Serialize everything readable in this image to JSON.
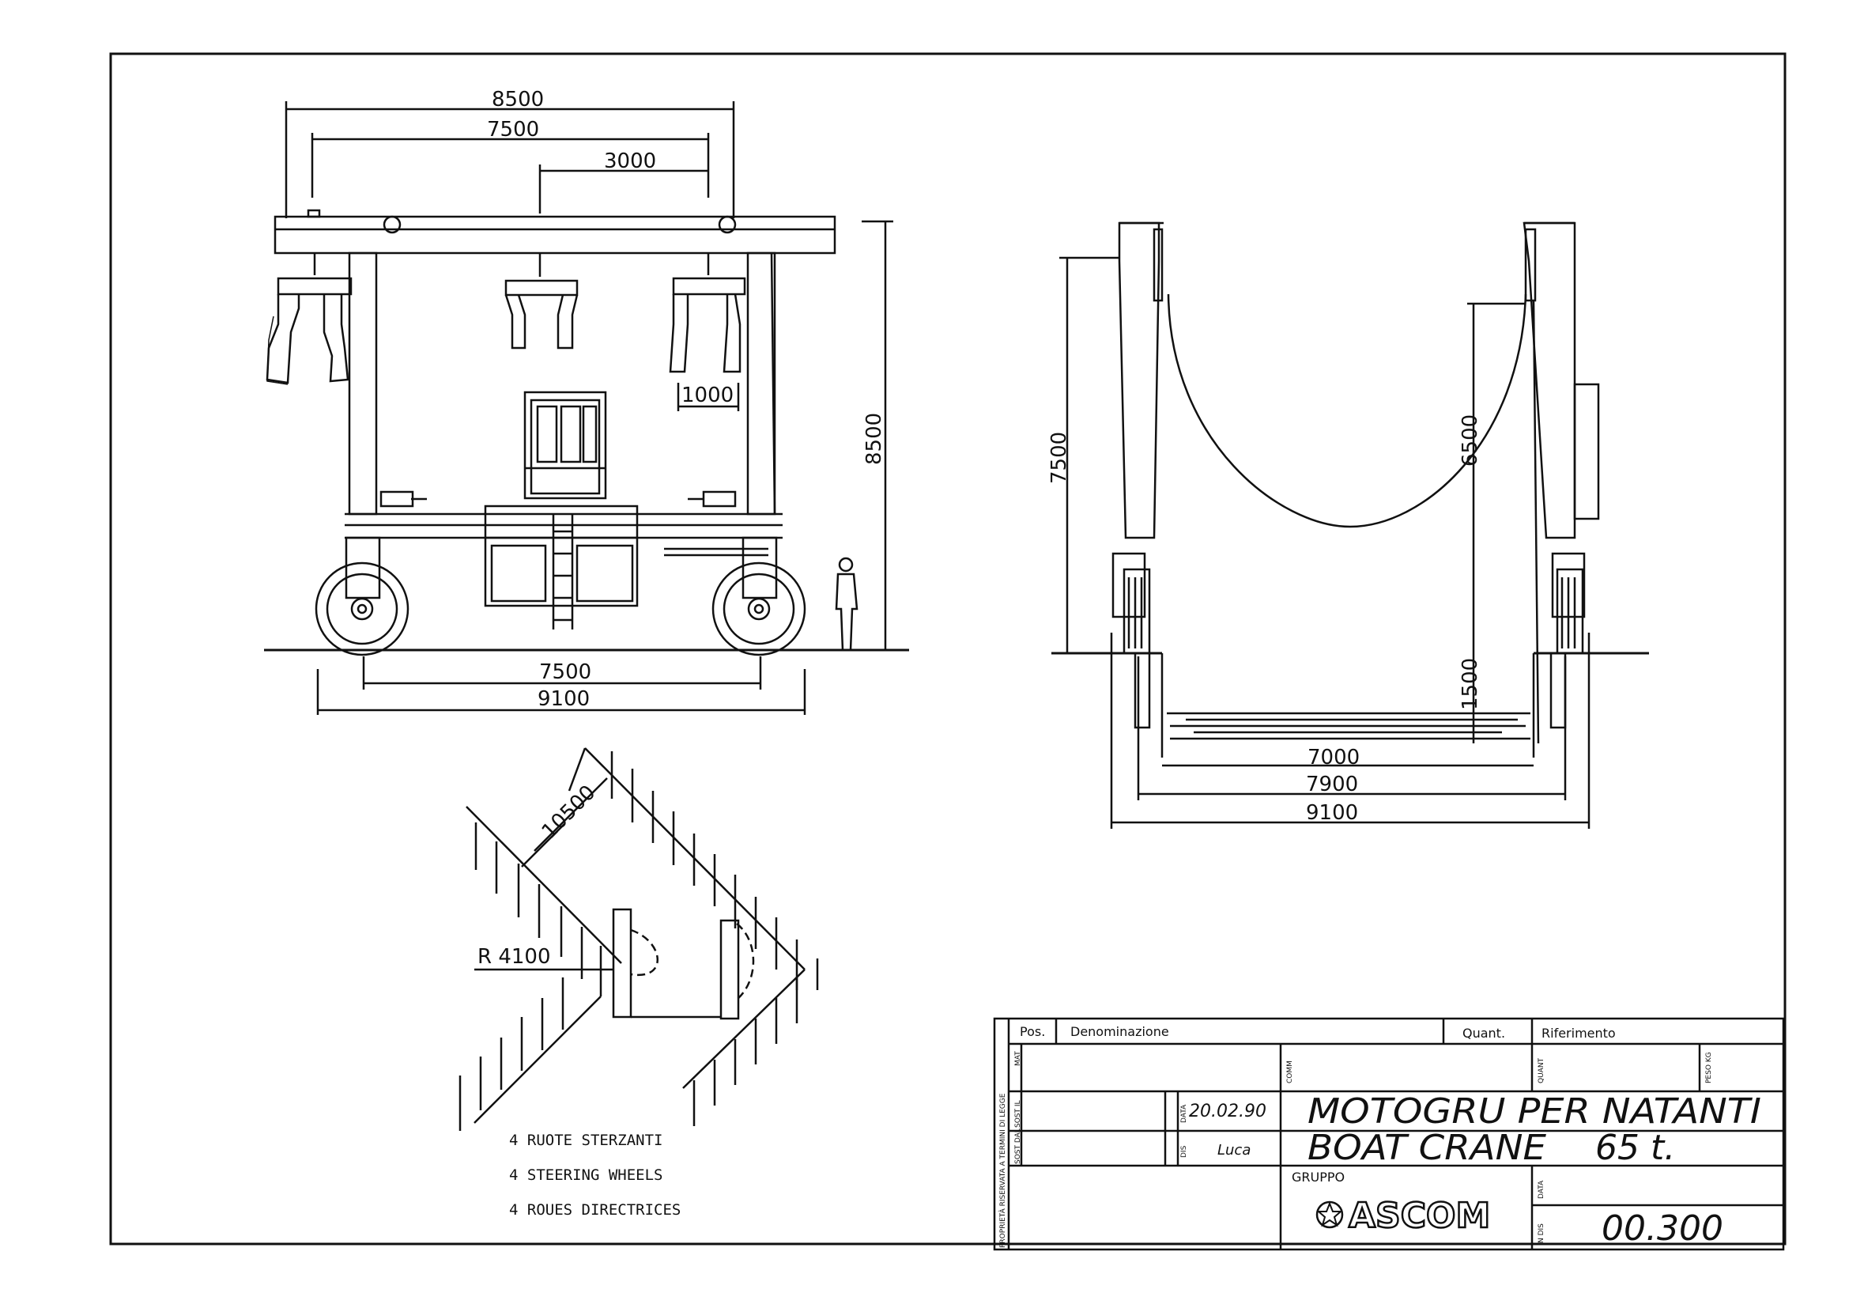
{
  "front_view": {
    "dim_top_outer": "8500",
    "dim_top_inner": "7500",
    "dim_top_hoist": "3000",
    "dim_sling": "1000",
    "dim_height": "8500",
    "dim_wheel_track": "7500",
    "dim_overall_width": "9100"
  },
  "side_view": {
    "dim_height_left": "7500",
    "dim_lift_height": "6500",
    "dim_depth": "1500",
    "dim_water_width": "7000",
    "dim_dock_width": "7900",
    "dim_overall_width": "9100"
  },
  "steering_view": {
    "dim_length": "10500",
    "dim_radius": "R 4100",
    "notes": [
      "4 RUOTE STERZANTI",
      "4 STEERING WHEELS",
      "4 ROUES DIRECTRICES"
    ]
  },
  "title_block": {
    "side_note": "PROPRIETÀ RISERVATA A TERMINI DI LEGGE",
    "col_pos": "Pos.",
    "col_denominazione": "Denominazione",
    "col_quant": "Quant.",
    "col_riferimento": "Riferimento",
    "label_mat": "MAT",
    "label_comm": "COMM",
    "label_quant": "QUANT",
    "label_peso": "PESO KG",
    "label_sost_il": "SOST IL",
    "label_sost_dal": "SOST DAL",
    "label_data": "DATA",
    "label_dis": "DIS",
    "label_data2": "DATA",
    "label_n_dis": "N DIS",
    "date": "20.02.90",
    "designer": "Luca",
    "title_line1": "MOTOGRU PER NATANTI",
    "title_line2": "BOAT CRANE",
    "capacity": "65 t.",
    "gruppo_label": "GRUPPO",
    "company_logo_text": "ASCOM",
    "drawing_number": "00.300"
  }
}
